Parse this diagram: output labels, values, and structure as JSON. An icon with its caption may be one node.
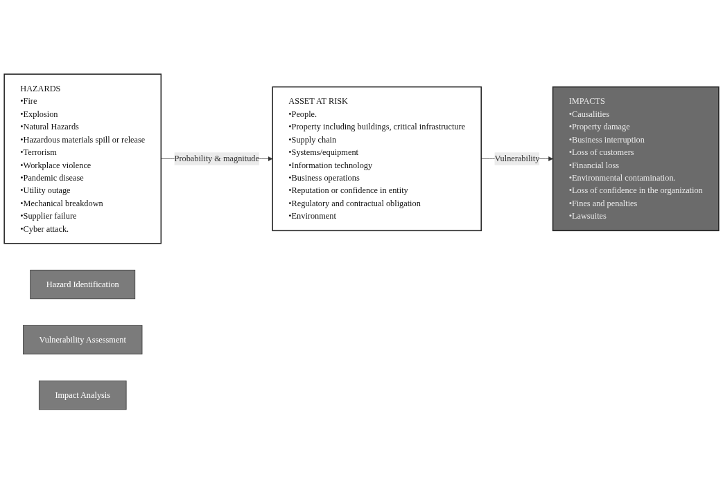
{
  "diagram": {
    "nodes": [
      {
        "text": [
          "HAZARDS",
          "•Fire",
          "•Explosion",
          "•Natural Hazards",
          "•Hazardous materials spill or release",
          "•Terrorism",
          "•Workplace violence",
          "•Pandemic disease",
          "•Utility outage",
          "•Mechanical breakdown",
          "•Supplier failure",
          "•Cyber attack."
        ]
      },
      {
        "text": [
          "ASSET AT RISK",
          "•People.",
          "•Property including buildings, critical infrastructure",
          "•Supply chain",
          "•Systems/equipment",
          "•Information technology",
          "•Business operations",
          "•Reputation or confidence in entity",
          "•Regulatory  and contractual obligation",
          "•Environment"
        ]
      },
      {
        "text": [
          "IMPACTS",
          "•Causalities",
          "•Property damage",
          "•Business interruption",
          "•Loss of customers",
          "•Financial loss",
          "•Environmental contamination.",
          "•Loss of confidence in the organization",
          "•Fines and penalties",
          "•Lawsuites"
        ]
      },
      {
        "text": [
          "Hazard Identification"
        ]
      },
      {
        "text": [
          "Vulnerability  Assessment"
        ]
      },
      {
        "text": [
          "Impact Analysis"
        ]
      }
    ],
    "edges": [
      {
        "from": 0,
        "to": 1,
        "arrow": "to",
        "label": "Probability & magnitude"
      },
      {
        "from": 1,
        "to": 2,
        "arrow": "to",
        "label": "Vulnerability"
      }
    ]
  }
}
